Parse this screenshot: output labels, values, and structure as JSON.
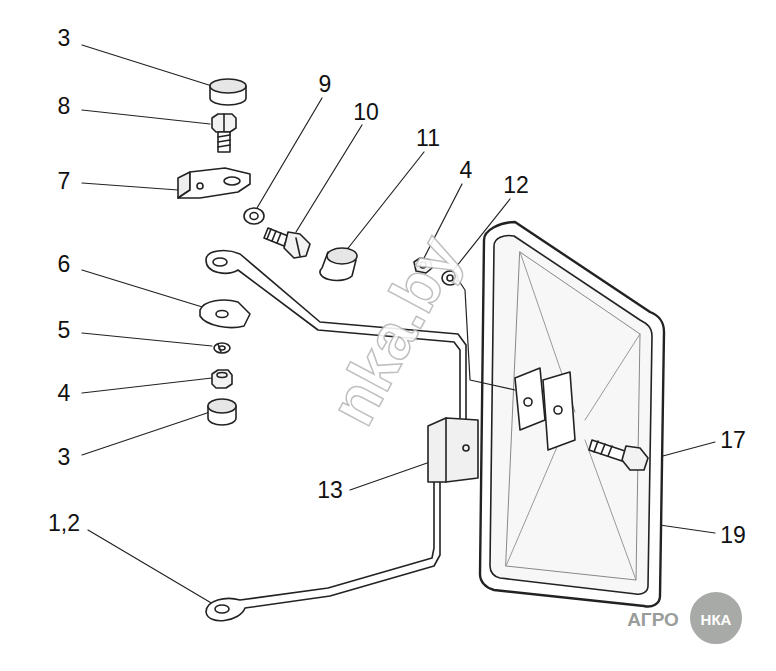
{
  "diagram": {
    "labels": [
      "3",
      "8",
      "7",
      "6",
      "5",
      "4",
      "3",
      "1,2",
      "9",
      "10",
      "11",
      "4",
      "12",
      "13",
      "17",
      "19",
      "nka.by",
      "АГРО",
      "НКА"
    ]
  }
}
